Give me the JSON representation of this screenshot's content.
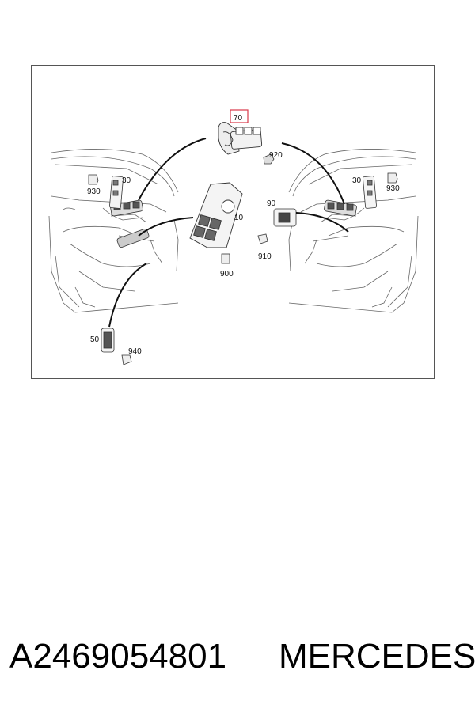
{
  "diagram": {
    "highlight_color": "#d9384a",
    "callouts": {
      "c70": "70",
      "c920": "920",
      "c930_left": "930",
      "c30_left": "30",
      "c10": "10",
      "c900": "900",
      "c90": "90",
      "c910": "910",
      "c30_right": "30",
      "c930_right": "930",
      "c50": "50",
      "c940": "940"
    }
  },
  "footer": {
    "part_number": "A2469054801",
    "brand": "MERCEDES"
  }
}
